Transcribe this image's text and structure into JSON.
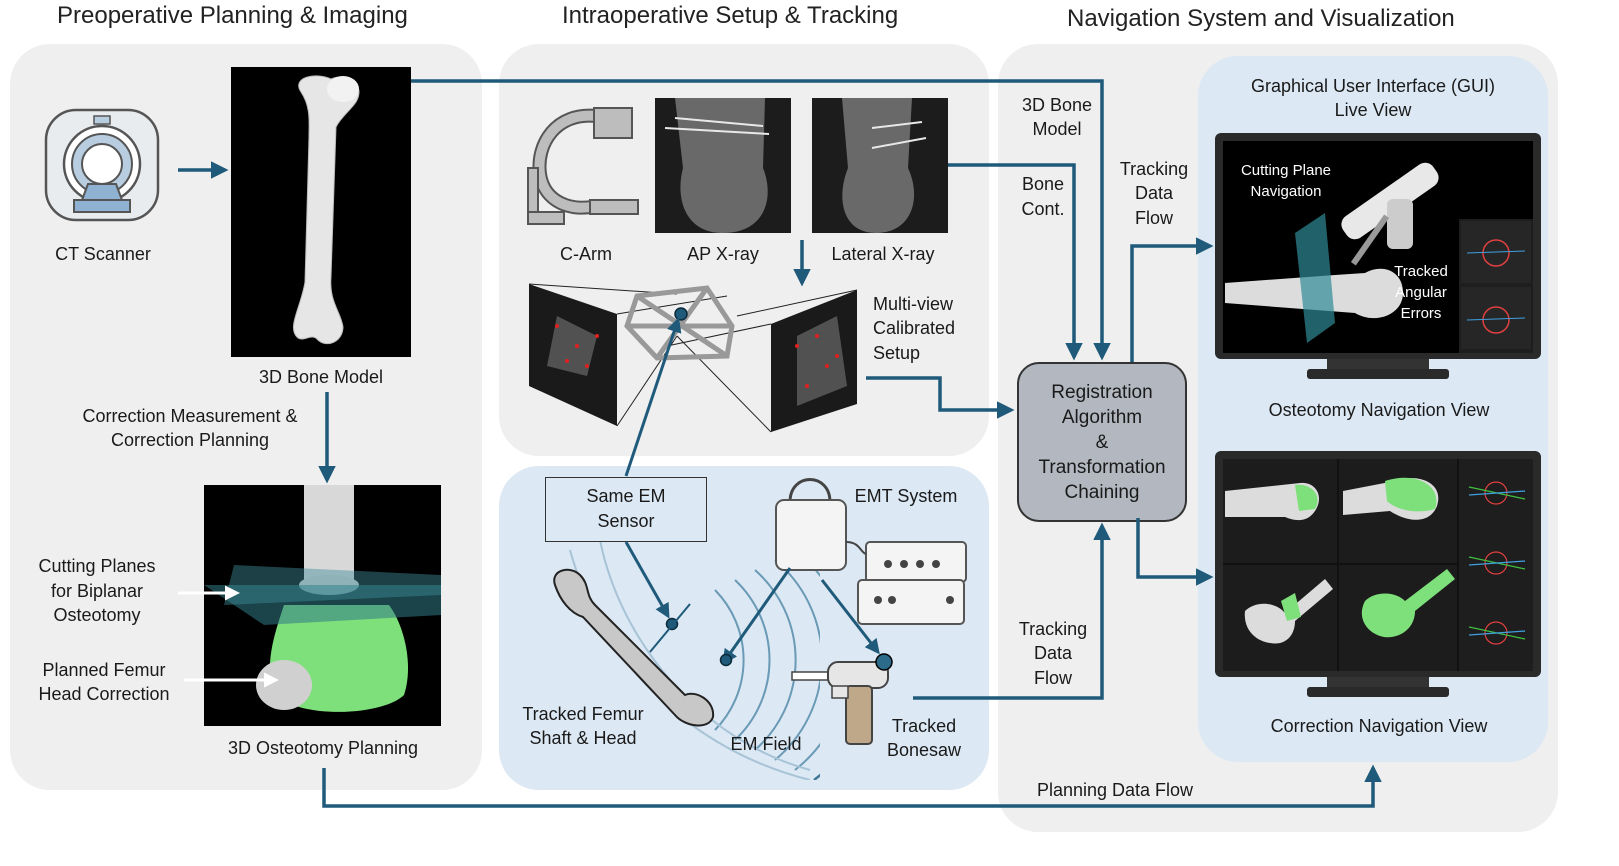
{
  "sections": {
    "preop": "Preoperative Planning & Imaging",
    "intraop": "Intraoperative Setup & Tracking",
    "nav": "Navigation System and Visualization"
  },
  "preop": {
    "ct_scanner": "CT Scanner",
    "bone_model": "3D Bone Model",
    "correction": [
      "Correction Measurement &",
      "Correction Planning"
    ],
    "cutting_planes": [
      "Cutting Planes",
      "for Biplanar",
      "Osteotomy"
    ],
    "planned_head": [
      "Planned Femur",
      "Head Correction"
    ],
    "osteotomy_planning": "3D Osteotomy Planning"
  },
  "intraop": {
    "c_arm": "C-Arm",
    "ap_xray": "AP X-ray",
    "lateral_xray": "Lateral X-ray",
    "multiview": [
      "Multi-view",
      "Calibrated",
      "Setup"
    ],
    "same_em": [
      "Same EM",
      "Sensor"
    ],
    "emt_system": "EMT System",
    "tracked_femur": [
      "Tracked Femur",
      "Shaft & Head"
    ],
    "em_field": "EM Field",
    "tracked_bonesaw": [
      "Tracked",
      "Bonesaw"
    ]
  },
  "nav": {
    "bone_model": [
      "3D Bone",
      "Model"
    ],
    "bone_cont": [
      "Bone",
      "Cont."
    ],
    "tracking_top": [
      "Tracking",
      "Data",
      "Flow"
    ],
    "tracking_bottom": [
      "Tracking",
      "Data",
      "Flow"
    ],
    "registration": [
      "Registration",
      "Algorithm",
      "&",
      "Transformation",
      "Chaining"
    ],
    "gui": [
      "Graphical User Interface (GUI)",
      "Live View"
    ],
    "cutting_plane_nav": [
      "Cutting Plane",
      "Navigation"
    ],
    "angular_errors": [
      "Tracked",
      "Angular",
      "Errors"
    ],
    "osteotomy_view": "Osteotomy Navigation View",
    "correction_view": "Correction Navigation View",
    "planning_flow": "Planning Data Flow"
  },
  "colors": {
    "arrow": "#1f5a7a",
    "panel_grey": "#efefef",
    "panel_blue": "#dce8f4",
    "registration_box": "#b3b8c0",
    "planning_green": "#7ee07a"
  }
}
